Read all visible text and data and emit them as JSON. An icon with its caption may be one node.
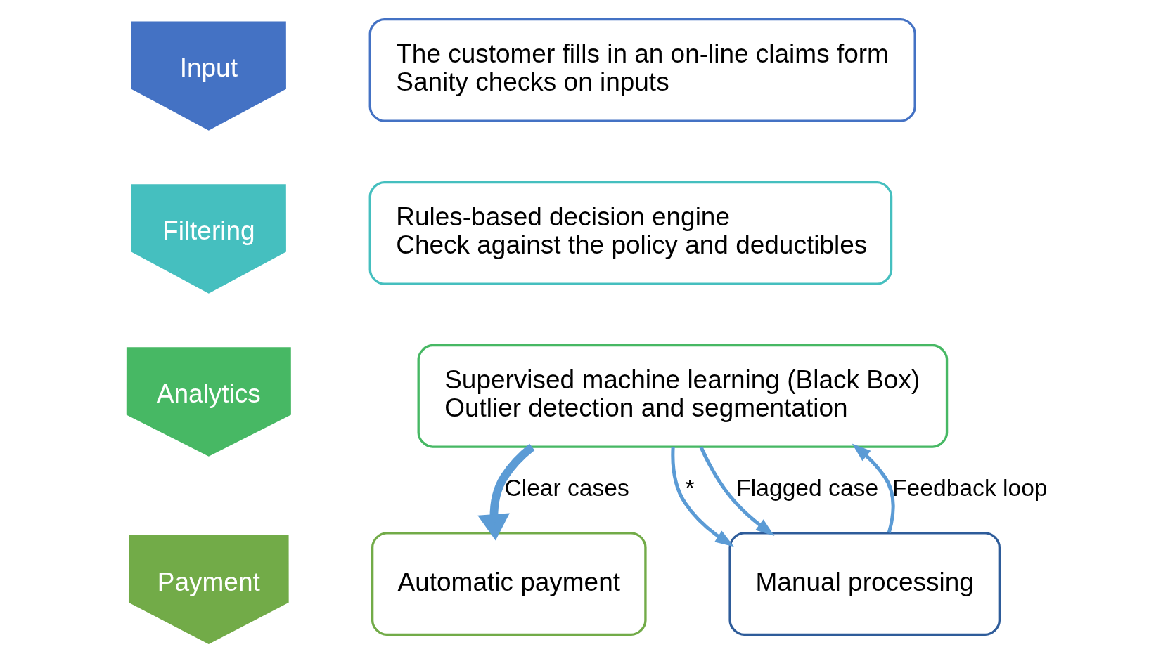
{
  "diagram": {
    "nodes": [
      {
        "text": [
          "Input"
        ]
      },
      {
        "text": [
          "The customer fills in an on-line claims form",
          "Sanity checks on inputs"
        ]
      },
      {
        "text": [
          "Filtering"
        ]
      },
      {
        "text": [
          "Rules-based decision engine",
          "Check against the policy and deductibles"
        ]
      },
      {
        "text": [
          "Analytics"
        ]
      },
      {
        "text": [
          "Supervised machine learning (Black Box)",
          "Outlier detection and segmentation"
        ]
      },
      {
        "text": [
          "Payment"
        ]
      },
      {
        "text": [
          "Automatic payment"
        ]
      },
      {
        "text": [
          "Manual processing"
        ]
      }
    ],
    "edges": [
      {
        "from": 5,
        "to": 7,
        "arrow": "to",
        "label": "Clear cases",
        "style": "thick"
      },
      {
        "from": 5,
        "to": 8,
        "arrow": "to",
        "label": "*"
      },
      {
        "from": 5,
        "to": 8,
        "arrow": "to",
        "label": "Flagged case"
      },
      {
        "from": 8,
        "to": 5,
        "arrow": "to",
        "label": "Feedback loop"
      }
    ]
  }
}
